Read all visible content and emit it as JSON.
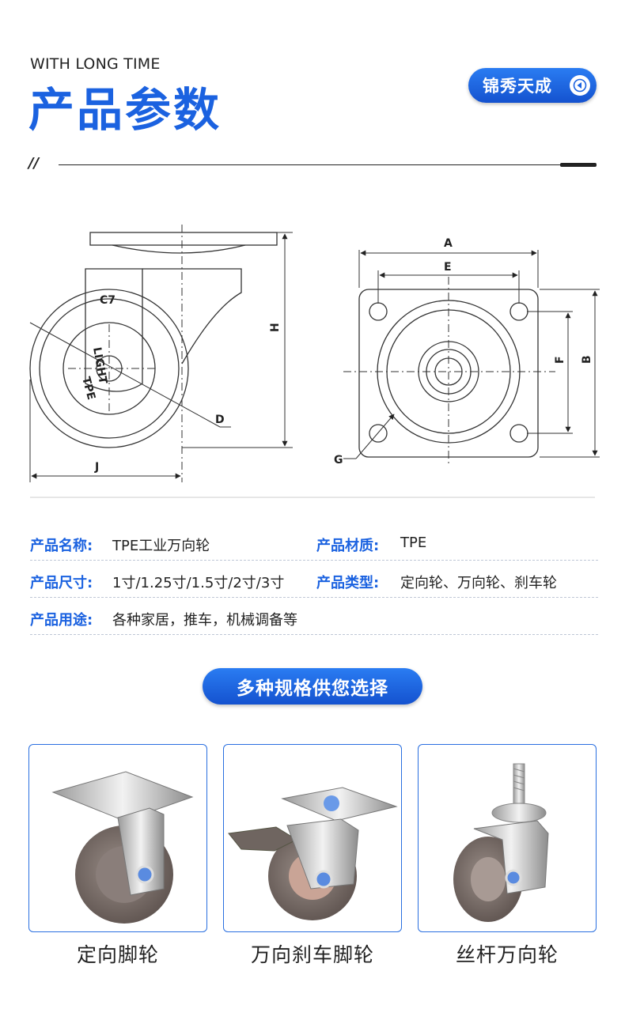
{
  "header": {
    "subtitle": "WITH LONG TIME",
    "title": "产品参数",
    "brand": "锦秀天成",
    "slashes": "//"
  },
  "diagram": {
    "labels": {
      "A": "A",
      "E": "E",
      "H": "H",
      "D": "D",
      "J": "J",
      "F": "F",
      "B": "B",
      "G": "G"
    },
    "wheel_text": "TPE",
    "wheel_text2": "LIGHT"
  },
  "specs": {
    "name_label": "产品名称:",
    "name_value": "TPE工业万向轮",
    "material_label": "产品材质:",
    "material_value": "TPE",
    "size_label": "产品尺寸:",
    "size_value": "1寸/1.25寸/1.5寸/2寸/3寸",
    "type_label": "产品类型:",
    "type_value": "定向轮、万向轮、刹车轮",
    "use_label": "产品用途:",
    "use_value": "各种家居，推车，机械调备等"
  },
  "section_title": "多种规格供您选择",
  "products": [
    {
      "caption": "定向脚轮"
    },
    {
      "caption": "万向刹车脚轮"
    },
    {
      "caption": "丝杆万向轮"
    }
  ],
  "colors": {
    "accent": "#1b62e0",
    "card_border": "#2a6fe0",
    "text": "#222222"
  }
}
